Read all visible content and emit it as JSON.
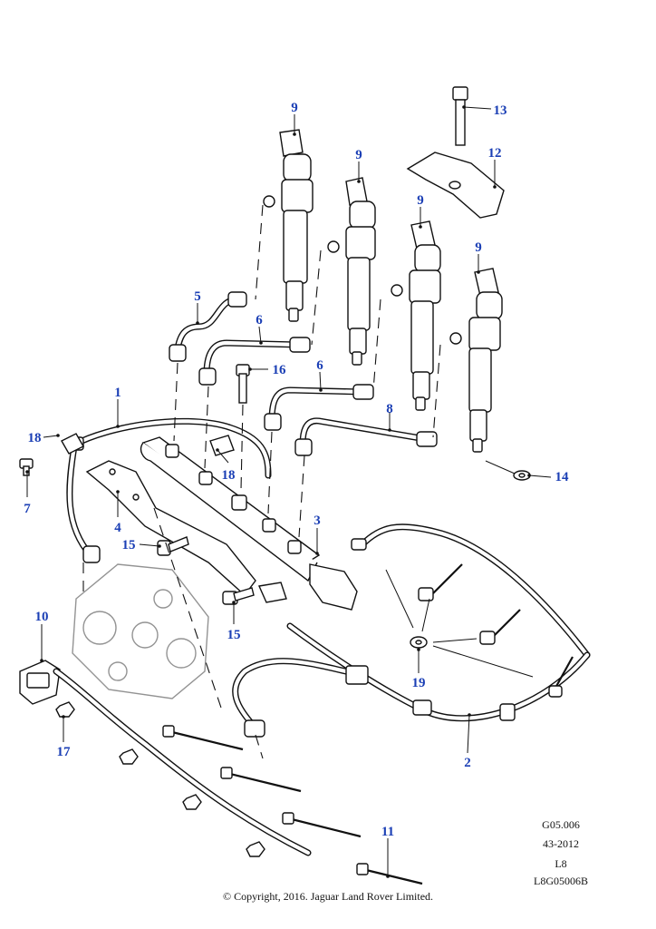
{
  "callouts": {
    "c9a": "9",
    "c9b": "9",
    "c9c": "9",
    "c9d": "9",
    "c13": "13",
    "c12": "12",
    "c5": "5",
    "c6a": "6",
    "c6b": "6",
    "c16": "16",
    "c1": "1",
    "c18a": "18",
    "c18b": "18",
    "c7": "7",
    "c4": "4",
    "c3": "3",
    "c8": "8",
    "c14": "14",
    "c15a": "15",
    "c15b": "15",
    "c10": "10",
    "c19": "19",
    "c17": "17",
    "c2": "2",
    "c11": "11"
  },
  "meta": {
    "ref": "G05.006",
    "date": "43-2012",
    "level": "L8",
    "code": "L8G05006B"
  },
  "copyright": "© Copyright, 2016. Jaguar Land Rover Limited."
}
